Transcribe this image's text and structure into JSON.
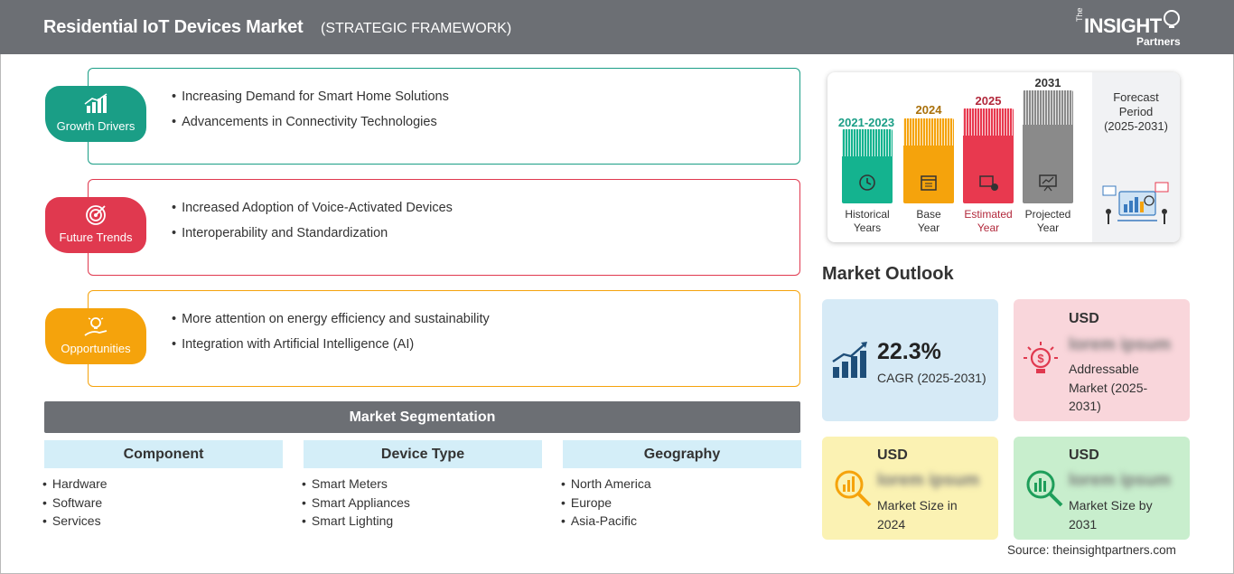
{
  "header": {
    "title": "Residential IoT Devices Market",
    "subtitle": "(STRATEGIC FRAMEWORK)",
    "logo": {
      "the": "The",
      "main": "INSIGHT",
      "partners": "Partners"
    }
  },
  "pillars": [
    {
      "label": "Growth Drivers",
      "color": "#1a9e86",
      "icon": "chart-up-icon",
      "items": [
        "Increasing Demand for Smart Home Solutions",
        "Advancements in Connectivity Technologies"
      ]
    },
    {
      "label": "Future Trends",
      "color": "#e0394f",
      "icon": "target-icon",
      "items": [
        "Increased Adoption of Voice-Activated Devices",
        "Interoperability and Standardization"
      ]
    },
    {
      "label": "Opportunities",
      "color": "#f5a30c",
      "icon": "lightbulb-hand-icon",
      "items": [
        "More attention on energy efficiency and sustainability",
        "Integration with Artificial Intelligence (AI)"
      ]
    }
  ],
  "segmentation": {
    "title": "Market Segmentation",
    "columns": [
      {
        "heading": "Component",
        "items": [
          "Hardware",
          "Software",
          "Services"
        ]
      },
      {
        "heading": "Device Type",
        "items": [
          "Smart Meters",
          "Smart Appliances",
          "Smart Lighting"
        ]
      },
      {
        "heading": "Geography",
        "items": [
          "North America",
          "Europe",
          "Asia-Pacific"
        ]
      }
    ]
  },
  "timeline": {
    "periods": [
      {
        "year": "2021-2023",
        "caption_1": "Historical",
        "caption_2": "Years",
        "color": "#14b38f",
        "year_color": "#1a9e86",
        "icon": "history-icon"
      },
      {
        "year": "2024",
        "caption_1": "Base",
        "caption_2": "Year",
        "color": "#f5a30c",
        "year_color": "#a9700a",
        "icon": "calendar-icon"
      },
      {
        "year": "2025",
        "caption_1": "Estimated",
        "caption_2": "Year",
        "color": "#e8394f",
        "year_color": "#b2283b",
        "icon": "estimate-icon"
      },
      {
        "year": "2031",
        "caption_1": "Projected",
        "caption_2": "Year",
        "color": "#8a8a8a",
        "year_color": "#333333",
        "icon": "projection-icon"
      }
    ],
    "forecast": {
      "line1": "Forecast",
      "line2": "Period",
      "line3": "(2025-2031)"
    }
  },
  "outlook": {
    "title": "Market Outlook",
    "cagr": {
      "value": "22.3%",
      "label": "CAGR (2025-2031)",
      "bg": "#d6eaf6",
      "icon": "growth-chart-icon"
    },
    "addressable": {
      "currency": "USD",
      "value": "lorem ipsum",
      "label_1": "Addressable",
      "label_2": "Market (2025-",
      "label_3": "2031)",
      "bg": "#f9d6db",
      "icon": "idea-dollar-icon"
    },
    "size_2024": {
      "currency": "USD",
      "value": "lorem ipsum",
      "label_1": "Market Size in",
      "label_2": "2024",
      "bg": "#fbf2b3",
      "icon": "magnifier-chart-icon"
    },
    "size_2031": {
      "currency": "USD",
      "value": "lorem ipsum",
      "label_1": "Market Size by",
      "label_2": "2031",
      "bg": "#c8eecd",
      "icon": "magnifier-dollar-icon"
    }
  },
  "source": "Source: theinsightpartners.com"
}
